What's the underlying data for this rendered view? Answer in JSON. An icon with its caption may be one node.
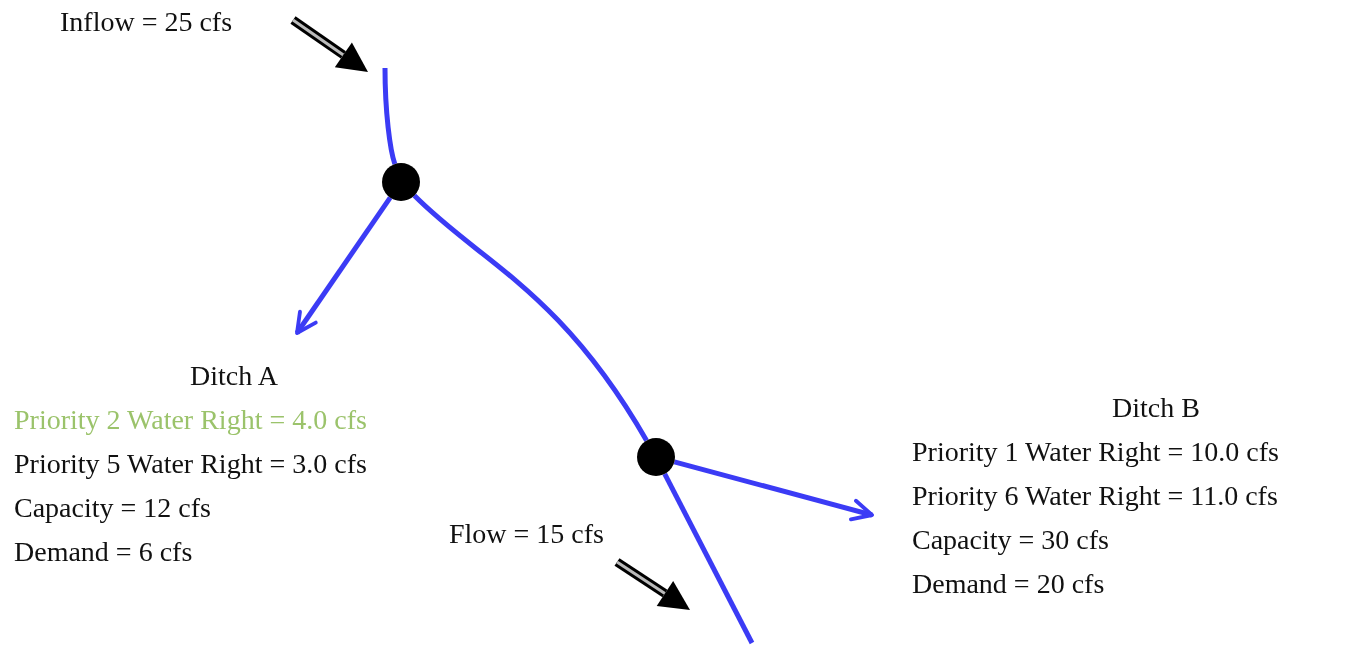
{
  "diagram": {
    "nodes": [
      {
        "text": [],
        "shape": "circle"
      },
      {
        "text": [
          "Ditch A",
          "Priority 2 Water Right = 4.0 cfs",
          "Priority 5 Water Right = 3.0 cfs",
          "Capacity = 12 cfs",
          "Demand = 6 cfs"
        ]
      },
      {
        "text": [],
        "shape": "circle"
      },
      {
        "text": [
          "Ditch B",
          "Priority 1 Water Right = 10.0 cfs",
          "Priority 6 Water Right = 11.0 cfs",
          "Capacity = 30 cfs",
          "Demand = 20 cfs"
        ]
      }
    ],
    "edges": [
      {
        "from": null,
        "to": 0,
        "arrow": "none"
      },
      {
        "from": 0,
        "to": 2,
        "arrow": "none"
      },
      {
        "from": 0,
        "to": 1,
        "arrow": "to"
      },
      {
        "from": 2,
        "to": 3,
        "arrow": "to"
      },
      {
        "from": 2,
        "to": null,
        "arrow": "none"
      }
    ],
    "labels": [
      "Inflow = 25 cfs",
      "Flow = 15 cfs"
    ]
  }
}
